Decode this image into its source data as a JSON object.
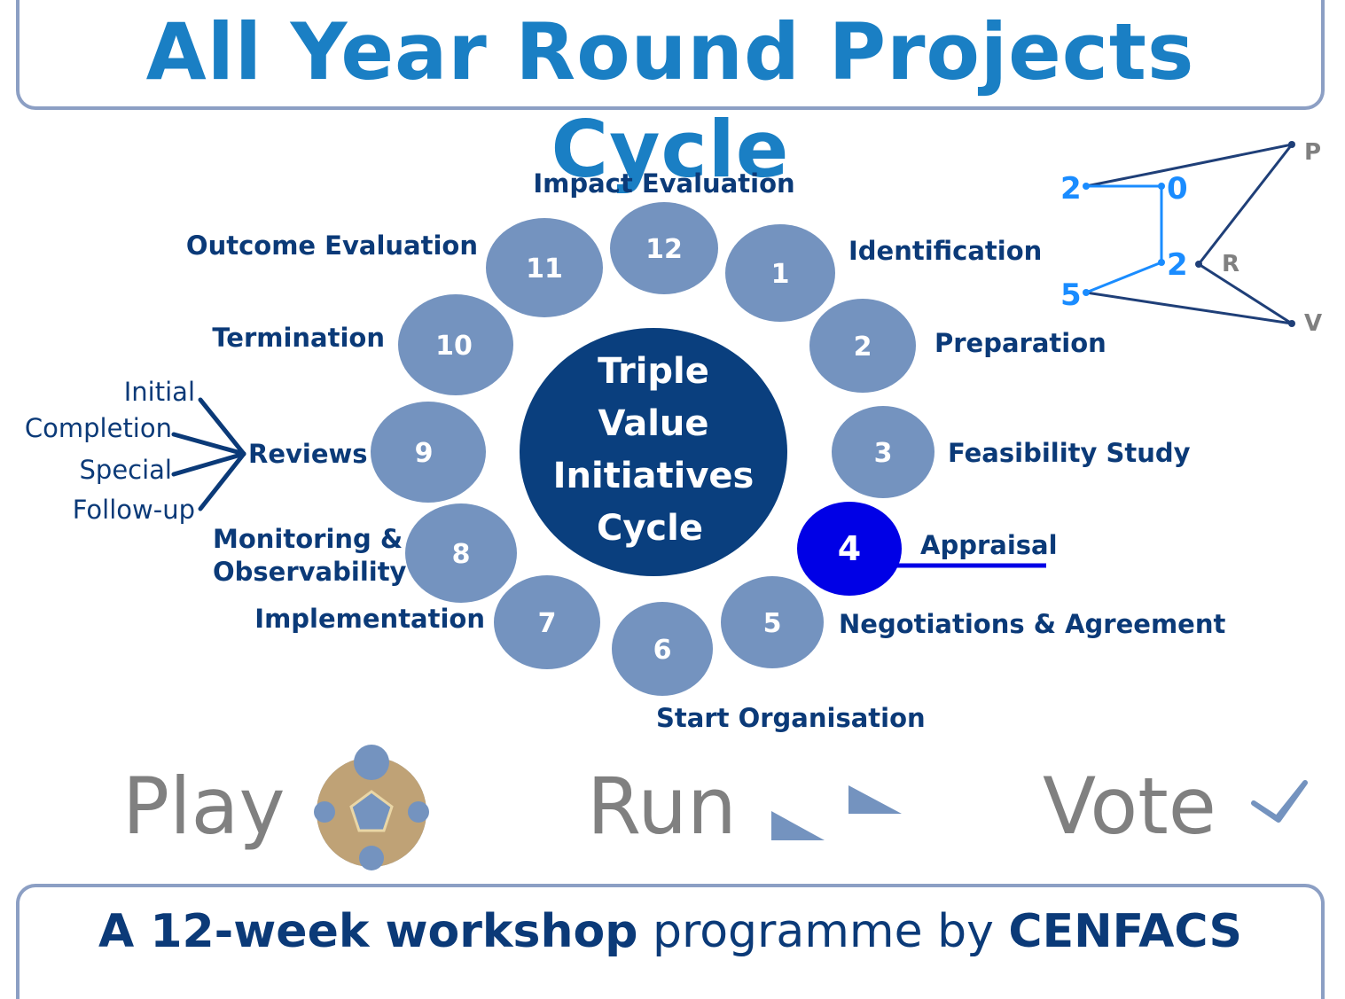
{
  "title": "All Year Round Projects Cycle",
  "center": [
    "Triple",
    "Value",
    "Initiatives",
    "Cycle"
  ],
  "steps": [
    {
      "num": "1",
      "label": "Identification"
    },
    {
      "num": "2",
      "label": "Preparation"
    },
    {
      "num": "3",
      "label": "Feasibility Study"
    },
    {
      "num": "4",
      "label": "Appraisal"
    },
    {
      "num": "5",
      "label": "Negotiations & Agreement"
    },
    {
      "num": "6",
      "label": "Start Organisation"
    },
    {
      "num": "7",
      "label": "Implementation"
    },
    {
      "num": "8",
      "label": "Monitoring & Observability"
    },
    {
      "num": "9",
      "label": "Reviews"
    },
    {
      "num": "10",
      "label": "Termination"
    },
    {
      "num": "11",
      "label": "Outcome Evaluation"
    },
    {
      "num": "12",
      "label": "Impact Evaluation"
    }
  ],
  "monitoring_lines": [
    "Monitoring &",
    "Observability"
  ],
  "reviews_types": [
    "Initial",
    "Completion",
    "Special",
    "Follow-up"
  ],
  "logo": {
    "digits": [
      "2",
      "0",
      "2",
      "5"
    ],
    "letters": [
      "P",
      "R",
      "V"
    ]
  },
  "actions": {
    "play": "Play",
    "run": "Run",
    "vote": "Vote"
  },
  "footer": {
    "part1": "A 12-week workshop",
    "part2": " programme by ",
    "part3": "CENFACS"
  },
  "colors": {
    "title": "#1a7fc4",
    "dark_blue": "#0b3a78",
    "circle": "#7493bf",
    "highlight": "#0000e6",
    "center": "#0a3f7e"
  }
}
